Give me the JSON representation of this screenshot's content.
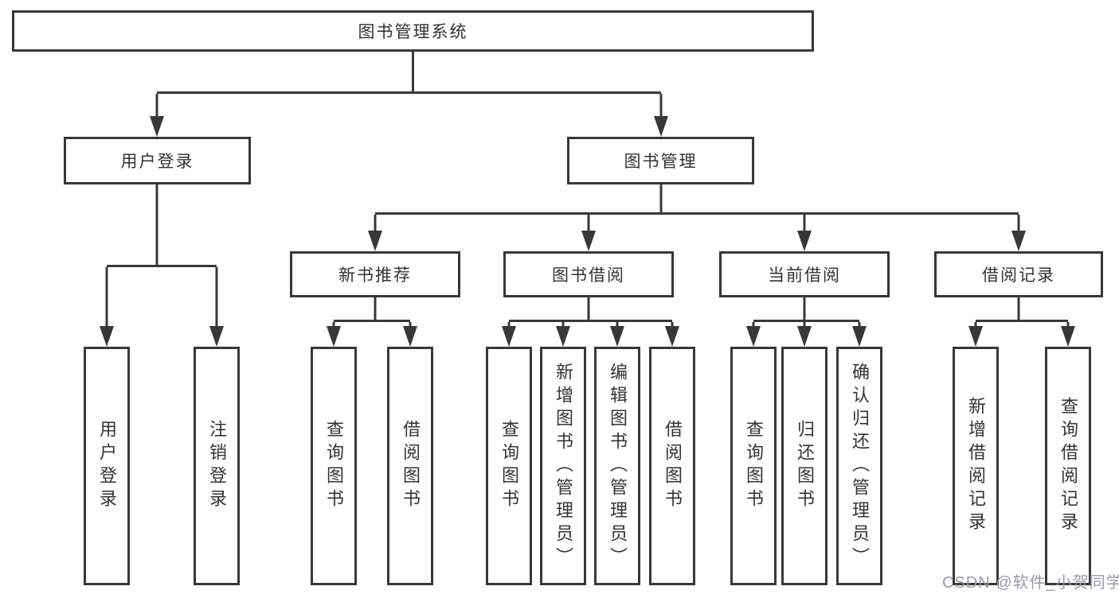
{
  "tree": {
    "label": "图书管理系统",
    "children": [
      {
        "label": "用户登录",
        "children": [
          {
            "label": "用户登录"
          },
          {
            "label": "注销登录"
          }
        ]
      },
      {
        "label": "图书管理",
        "children": [
          {
            "label": "新书推荐",
            "children": [
              {
                "label": "查询图书"
              },
              {
                "label": "借阅图书"
              }
            ]
          },
          {
            "label": "图书借阅",
            "children": [
              {
                "label": "查询图书"
              },
              {
                "label": "新增图书（管理员）"
              },
              {
                "label": "编辑图书（管理员）"
              },
              {
                "label": "借阅图书"
              }
            ]
          },
          {
            "label": "当前借阅",
            "children": [
              {
                "label": "查询图书"
              },
              {
                "label": "归还图书"
              },
              {
                "label": "确认归还（管理员）"
              }
            ]
          },
          {
            "label": "借阅记录",
            "children": [
              {
                "label": "新增借阅记录"
              },
              {
                "label": "查询借阅记录"
              }
            ]
          }
        ]
      }
    ]
  },
  "watermark": {
    "text": "CSDN @软件_小贺同学"
  },
  "colors": {
    "line": "#383838",
    "box_border": "#383838",
    "text": "#333333",
    "watermark": "#9b9ba3",
    "background": "#ffffff"
  }
}
